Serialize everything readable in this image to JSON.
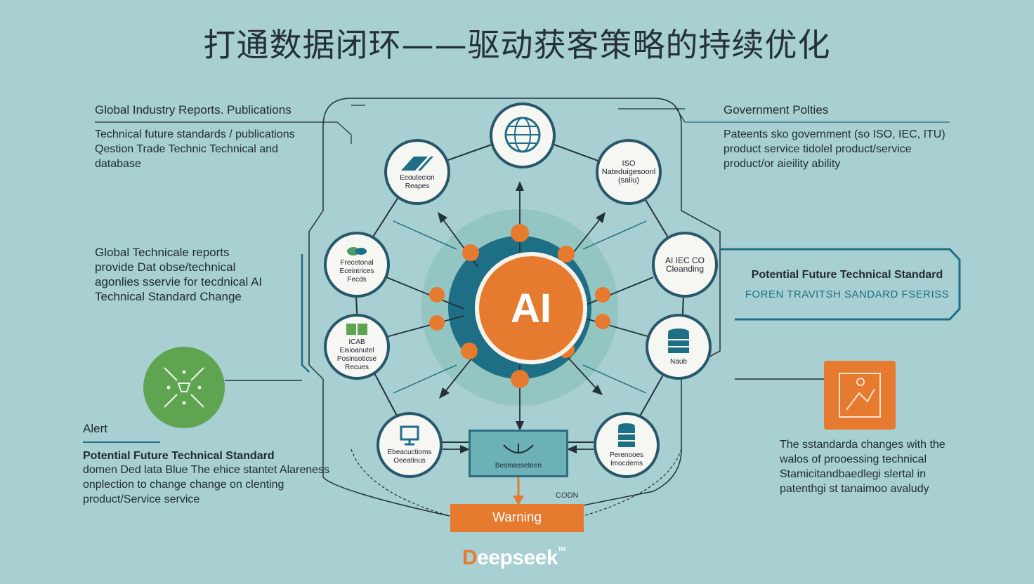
{
  "title": "打通数据闭环——驱动获客策略的持续优化",
  "left": {
    "head1": "Global Industry Reports. Publications",
    "block1": [
      "Technical future standards / publications",
      "Qestion Trade Technic Technical and",
      "database"
    ],
    "block2": [
      "Global Technicale reports",
      "provide Dat obse/technical",
      "agonlies sservie for tecdnical AI",
      "Technical Standard Change"
    ],
    "alert_heading": "Alert",
    "alert_title": "Potential Future Technical Standard",
    "alert_body": [
      "domen Ded lata Blue The ehice stantet Alareness",
      "onplection to change change on clenting",
      "product/Service service"
    ]
  },
  "right": {
    "head": "Government Polties",
    "block": [
      "Pateents sko government (so ISO, IEC, ITU)",
      "product service tidolel product/service",
      "product/or aieility ability"
    ],
    "standard_title": "Potential Future Technical Standard",
    "standard_sub": "FOREN TRAVITSH SANDARD FSERISS",
    "note": [
      "The sstandarda changes with the",
      "walos of prooessing technical",
      "Stamicitandbaedlegi slertal in",
      "patenthgi st tanaimoo avaludy"
    ]
  },
  "nodes": [
    {
      "id": "top",
      "label": ""
    },
    {
      "id": "tl",
      "label": "Ecoutecion Reapes"
    },
    {
      "id": "tr",
      "label": "ISO Nateduigesoonl (saliu)"
    },
    {
      "id": "ml",
      "label": "Frecetonal Eceintrices Fecds"
    },
    {
      "id": "mr",
      "label": "AI IEC CO Cleanding"
    },
    {
      "id": "ll",
      "label": "ICAB Eisioanutel Posinsoticse Recues"
    },
    {
      "id": "lr",
      "label": "Naub"
    },
    {
      "id": "bl",
      "label": "Ebeacuctioms Oeeatinus"
    },
    {
      "id": "br",
      "label": "Perenooes Imocdems"
    }
  ],
  "ai_label": "AI",
  "center_box_label": "Besmasseteen",
  "warning": "Warning",
  "codn": "CODN",
  "brand": {
    "first": "D",
    "rest": "eepseek",
    "tm": "TM"
  },
  "colors": {
    "bg": "#a8cfd1",
    "orange": "#e67a2e",
    "teal": "#26586a",
    "green": "#5ea451"
  }
}
